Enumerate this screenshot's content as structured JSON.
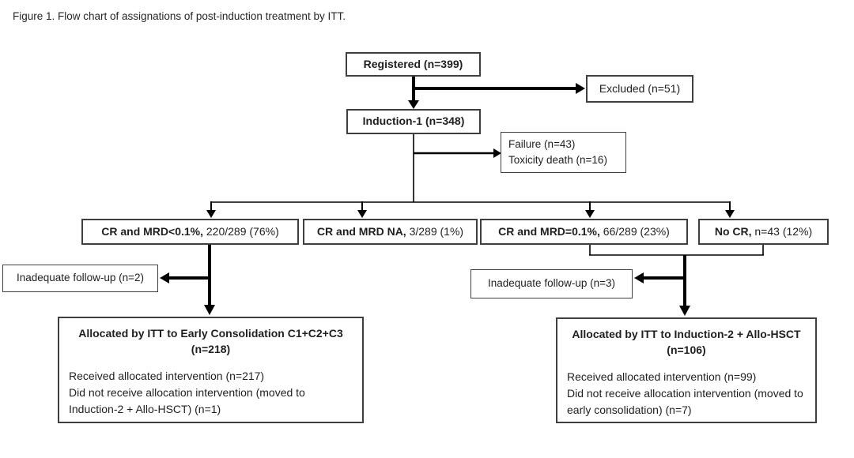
{
  "figure_title": "Figure 1. Flow chart of assignations of post-induction treatment by ITT.",
  "nodes": {
    "registered": {
      "label": "Registered (n=399)"
    },
    "excluded": {
      "label": "Excluded (n=51)"
    },
    "induction1": {
      "label": "Induction-1 (n=348)"
    },
    "failure": {
      "line1": "Failure (n=43)",
      "line2": "Toxicity death (n=16)"
    },
    "outcome1": {
      "bold": "CR and MRD<0.1%,",
      "rest": " 220/289 (76%)"
    },
    "outcome2": {
      "bold": "CR and MRD NA,",
      "rest": " 3/289 (1%)"
    },
    "outcome3": {
      "bold": "CR and MRD=0.1%,",
      "rest": " 66/289 (23%)"
    },
    "outcome4": {
      "bold": "No CR,",
      "rest": " n=43 (12%)"
    },
    "inadequate_left": {
      "label": "Inadequate follow-up (n=2)"
    },
    "inadequate_right": {
      "label": "Inadequate follow-up (n=3)"
    },
    "alloc_left": {
      "title_line1": "Allocated by ITT to Early Consolidation C1+C2+C3",
      "title_line2": "(n=218)",
      "body": [
        "Received allocated intervention (n=217)",
        "Did not receive allocation intervention (moved to Induction-2 + Allo-HSCT) (n=1)"
      ]
    },
    "alloc_right": {
      "title_line1": "Allocated by ITT to Induction-2 + Allo-HSCT",
      "title_line2": "(n=106)",
      "body": [
        "Received allocated intervention (n=99)",
        "Did not receive allocation intervention (moved to early consolidation) (n=7)"
      ]
    }
  },
  "colors": {
    "box_border": "#3f3f3f",
    "text": "#1f1f1f",
    "connector": "#000000",
    "background": "#ffffff"
  }
}
